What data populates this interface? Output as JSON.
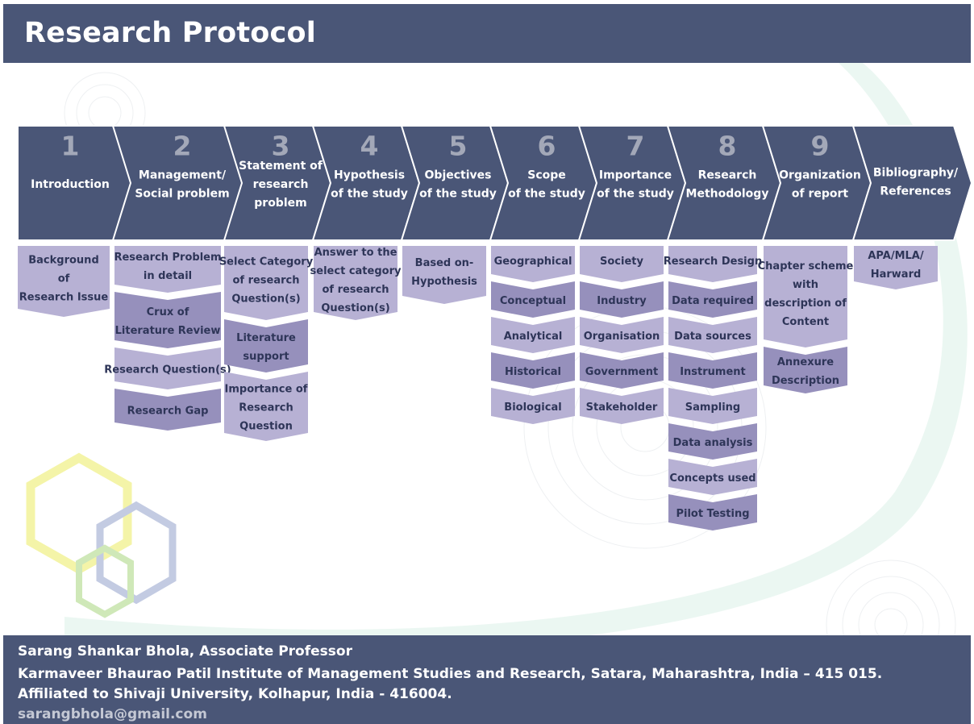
{
  "header": {
    "title": "Research Protocol"
  },
  "steps": [
    {
      "number": "1",
      "title": [
        "Introduction"
      ],
      "items": [
        [
          "Background",
          "of",
          "Research Issue"
        ]
      ]
    },
    {
      "number": "2",
      "title": [
        "Management/",
        "Social problem"
      ],
      "items": [
        [
          "Research Problem",
          "in detail"
        ],
        [
          "Crux of",
          "Literature Review"
        ],
        [
          "Research Question(s)"
        ],
        [
          "Research Gap"
        ]
      ]
    },
    {
      "number": "3",
      "title": [
        "Statement of",
        "research",
        "problem"
      ],
      "items": [
        [
          "Select Category",
          "of research",
          "Question(s)"
        ],
        [
          "Literature",
          "support"
        ],
        [
          "Importance of",
          "Research",
          "Question"
        ]
      ]
    },
    {
      "number": "4",
      "title": [
        "Hypothesis",
        "of the study"
      ],
      "items": [
        [
          "Answer to the",
          "select category",
          "of research",
          "Question(s)"
        ]
      ]
    },
    {
      "number": "5",
      "title": [
        "Objectives",
        "of the study"
      ],
      "items": [
        [
          "Based on-",
          "Hypothesis"
        ]
      ]
    },
    {
      "number": "6",
      "title": [
        "Scope",
        "of the study"
      ],
      "items": [
        [
          "Geographical"
        ],
        [
          "Conceptual"
        ],
        [
          "Analytical"
        ],
        [
          "Historical"
        ],
        [
          "Biological"
        ]
      ]
    },
    {
      "number": "7",
      "title": [
        "Importance",
        "of the study"
      ],
      "items": [
        [
          "Society"
        ],
        [
          "Industry"
        ],
        [
          "Organisation"
        ],
        [
          "Government"
        ],
        [
          "Stakeholder"
        ]
      ]
    },
    {
      "number": "8",
      "title": [
        "Research",
        "Methodology"
      ],
      "items": [
        [
          "Research Design"
        ],
        [
          "Data required"
        ],
        [
          "Data sources"
        ],
        [
          "Instrument"
        ],
        [
          "Sampling"
        ],
        [
          "Data analysis"
        ],
        [
          "Concepts used"
        ],
        [
          "Pilot Testing"
        ]
      ]
    },
    {
      "number": "9",
      "title": [
        "Organization",
        "of report"
      ],
      "items": [
        [
          "Chapter scheme",
          "with",
          "description of",
          "Content"
        ],
        [
          "Annexure",
          "Description"
        ]
      ]
    },
    {
      "number": "",
      "title": [
        "Bibliography/",
        "References"
      ],
      "items": [
        [
          "APA/MLA/",
          "Harward"
        ]
      ]
    }
  ],
  "footer": {
    "author": "Sarang Shankar Bhola, Associate Professor",
    "institute": "Karmaveer Bhaurao Patil Institute of Management Studies and Research, Satara, Maharashtra, India – 415 015.",
    "affiliation": "Affiliated to Shivaji University, Kolhapur, India - 416004.",
    "email": "sarangbhola@gmail.com"
  },
  "colors": {
    "header_bg": "#4a5677",
    "chevron": "#4a5677",
    "item_light": "#b7b1d4",
    "item_dark": "#9690bc",
    "number_text": "#a3a8b8",
    "item_text": "#2e3558"
  }
}
